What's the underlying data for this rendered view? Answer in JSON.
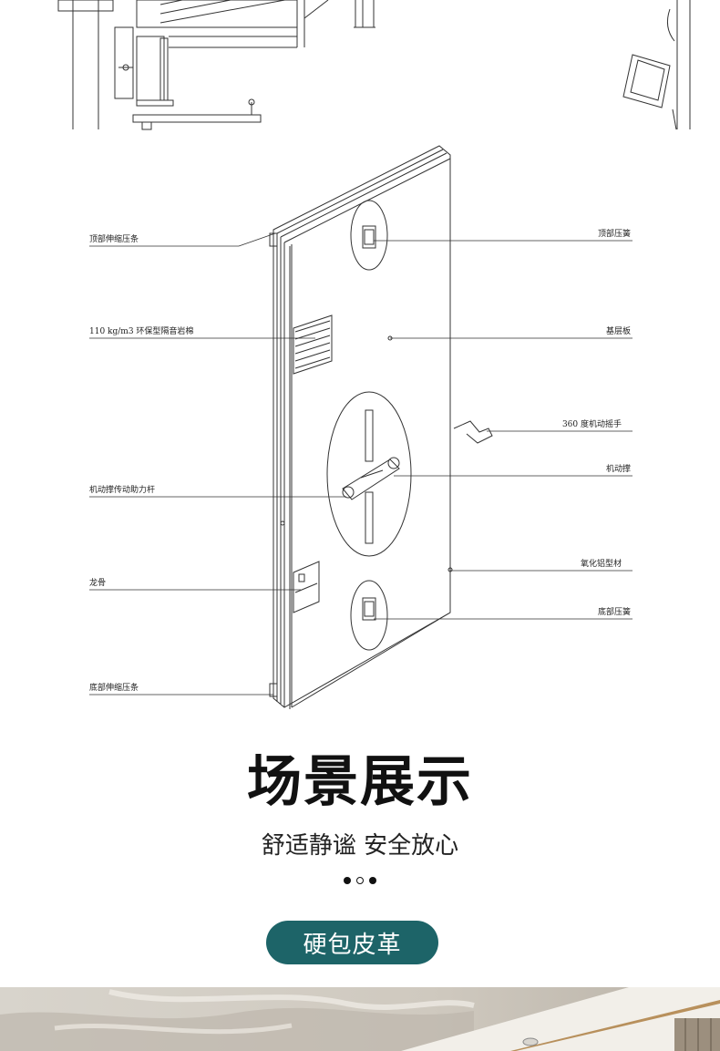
{
  "diagram": {
    "callouts_left": [
      {
        "label": "顶部伸缩压条"
      },
      {
        "label": "110 kg/m3 环保型隔音岩棉"
      },
      {
        "label": "机动撑传动助力杆"
      },
      {
        "label": "龙骨"
      },
      {
        "label": "底部伸缩压条"
      }
    ],
    "callouts_right": [
      {
        "label": "顶部压簧"
      },
      {
        "label": "基层板"
      },
      {
        "label": "360 度机动摇手"
      },
      {
        "label": "机动撑"
      },
      {
        "label": "氧化铝型材"
      },
      {
        "label": "底部压簧"
      }
    ]
  },
  "section": {
    "title": "场景展示",
    "subtitle": "舒适静谧 安全放心",
    "carousel_dots": [
      "filled",
      "hollow",
      "filled"
    ]
  },
  "category_button": {
    "label": "硬包皮革",
    "color": "#1d6468"
  },
  "colors": {
    "line": "#333333",
    "photo_tone": "#c9c4bb"
  }
}
